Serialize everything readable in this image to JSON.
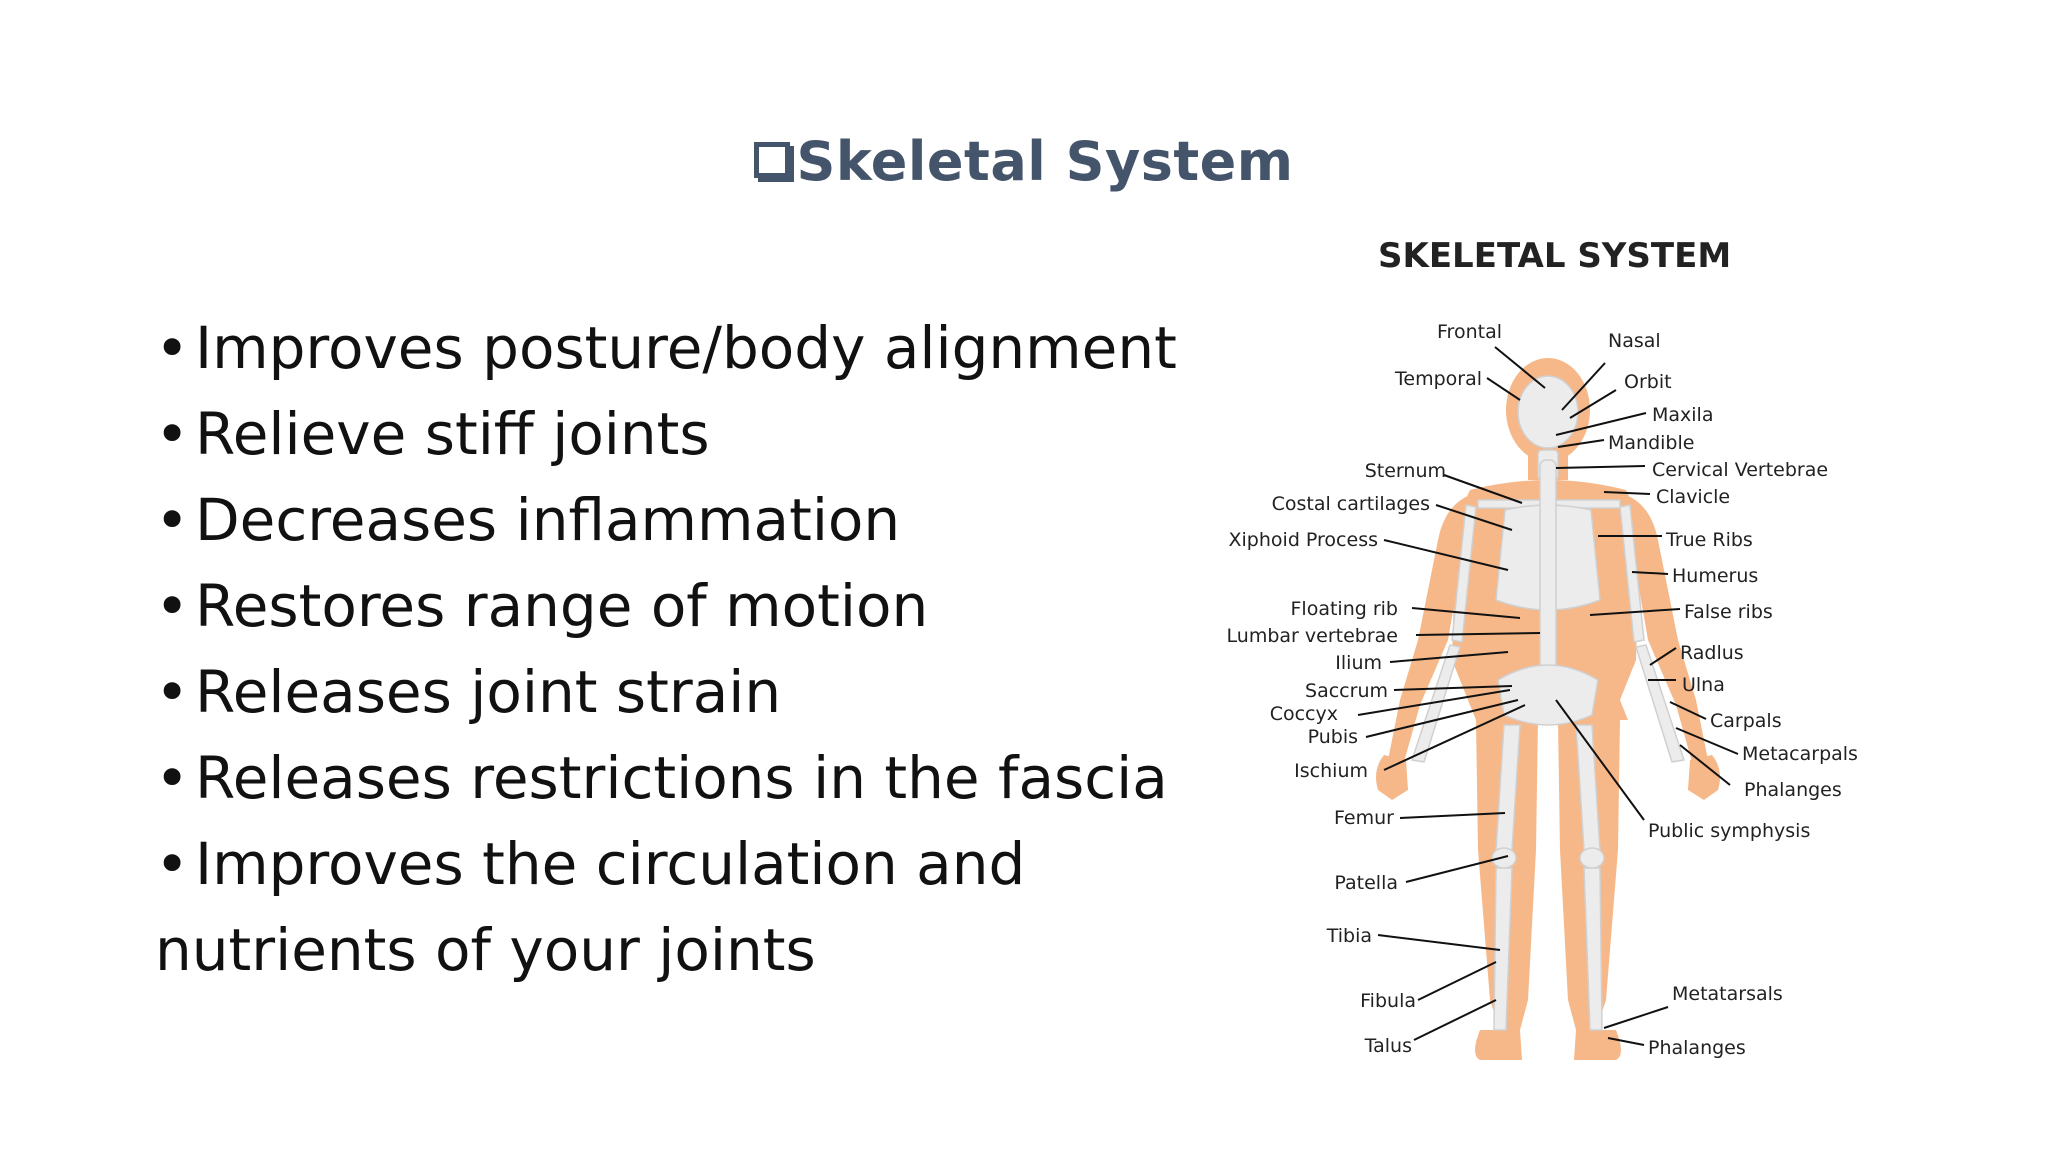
{
  "slide": {
    "title": "Skeletal System",
    "bullets": [
      "Improves posture/body alignment",
      "Relieve stiff joints",
      "Decreases inflammation",
      "Restores range of motion",
      "Releases joint strain",
      "Releases restrictions in the fascia",
      "Improves the circulation and"
    ],
    "bullet_continuation": "nutrients of your joints",
    "bullet_glyph": "•"
  },
  "diagram": {
    "title": "SKELETAL SYSTEM",
    "colors": {
      "body": "#f6b889",
      "bone": "#ececec",
      "line": "#111111",
      "title": "#44546a"
    },
    "labels_left": [
      "Frontal",
      "Temporal",
      "Sternum",
      "Costal cartilages",
      "Xiphoid Process",
      "Floating rib",
      "Lumbar vertebrae",
      "Ilium",
      "Saccrum",
      "Coccyx",
      "Pubis",
      "Ischium",
      "Femur",
      "Patella",
      "Tibia",
      "Fibula",
      "Talus"
    ],
    "labels_right": [
      "Nasal",
      "Orbit",
      "Maxila",
      "Mandible",
      "Cervical Vertebrae",
      "Clavicle",
      "True Ribs",
      "Humerus",
      "False ribs",
      "Radlus",
      "Ulna",
      "Carpals",
      "Metacarpals",
      "Phalanges",
      "Public symphysis",
      "Metatarsals",
      "Phalanges"
    ]
  }
}
